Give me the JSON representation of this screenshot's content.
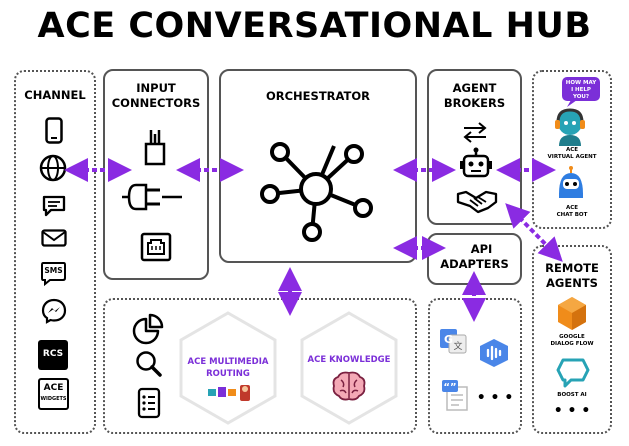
{
  "title": "ACE CONVERSATIONAL HUB",
  "sections": {
    "channel": "CHANNEL",
    "input_connectors": [
      "INPUT",
      "CONNECTORS"
    ],
    "orchestrator": "ORCHESTRATOR",
    "agent_brokers": [
      "AGENT",
      "BROKERS"
    ],
    "api_adapters": [
      "API",
      "ADAPTERS"
    ],
    "remote_agents": [
      "REMOTE",
      "AGENTS"
    ]
  },
  "channel_items": {
    "sms": "SMS",
    "rcs": "RCS",
    "ace_widgets": [
      "ACE",
      "WIDGETS"
    ]
  },
  "agents": {
    "bubble": [
      "HOW MAY",
      "I HELP",
      "YOU?"
    ],
    "virtual_agent": [
      "ACE",
      "VIRTUAL AGENT"
    ],
    "chat_bot": [
      "ACE",
      "CHAT BOT"
    ]
  },
  "remote": {
    "dialogflow": [
      "GOOGLE",
      "DIALOG FLOW"
    ],
    "boost": "BOOST AI",
    "more": "• • •"
  },
  "hexes": {
    "multimedia": [
      "ACE MULTIMEDIA",
      "ROUTING"
    ],
    "knowledge": "ACE KNOWLEDGE"
  },
  "api_more": "• • •",
  "colors": {
    "arrow": "#8a2be2",
    "purple": "#7b2fd8",
    "orange": "#f08c1a",
    "teal": "#27a3b5",
    "blue": "#2f7de1",
    "border": "#555555"
  }
}
